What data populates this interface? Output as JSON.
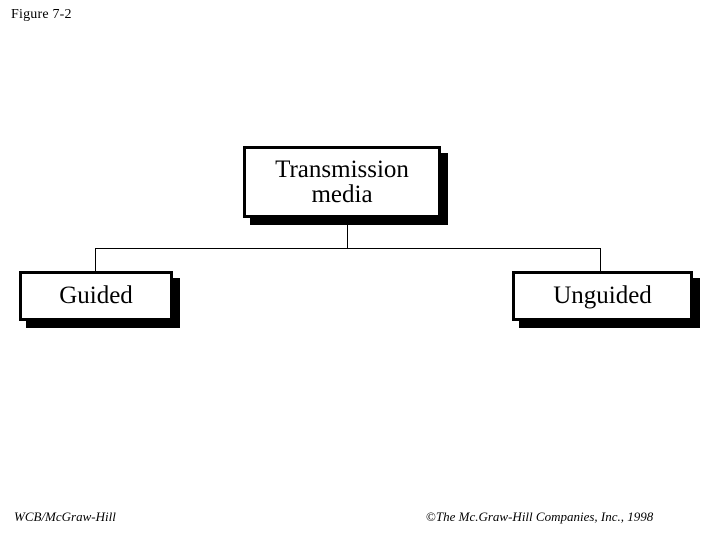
{
  "slide": {
    "title": "Figure 7-2",
    "background_color": "#ffffff",
    "ink_color": "#000000"
  },
  "diagram": {
    "type": "hierarchy-tree",
    "orientation": "top-down",
    "nodes": [
      {
        "id": "root",
        "label": "Transmission\nmedia",
        "level": 0,
        "fill_color": "#ffffff",
        "border_color": "#000000",
        "shadow_color": "#000000"
      },
      {
        "id": "guided",
        "label": "Guided",
        "level": 1,
        "fill_color": "#ffffff",
        "border_color": "#000000",
        "shadow_color": "#000000"
      },
      {
        "id": "unguided",
        "label": "Unguided",
        "level": 1,
        "fill_color": "#ffffff",
        "border_color": "#000000",
        "shadow_color": "#000000"
      }
    ],
    "edges": [
      {
        "from": "root",
        "to": "guided"
      },
      {
        "from": "root",
        "to": "unguided"
      }
    ]
  },
  "footer": {
    "left": "WCB/McGraw-Hill",
    "copyright_symbol": "©",
    "right": "The Mc.Graw-Hill Companies, Inc., 1998"
  }
}
